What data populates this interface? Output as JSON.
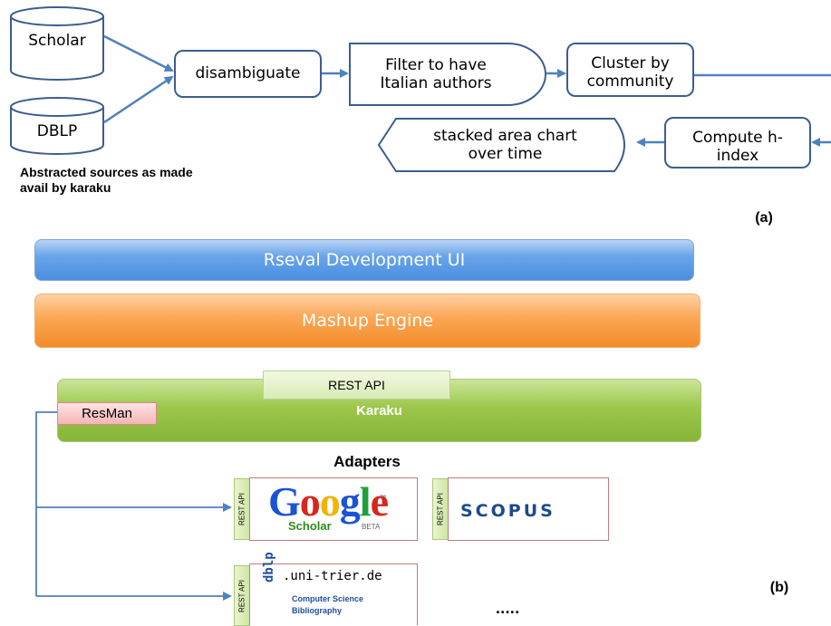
{
  "flow": {
    "scholar": "Scholar",
    "dblp": "DBLP",
    "disambiguate": "disambiguate",
    "filter_line1": "Filter to have",
    "filter_line2": "Italian authors",
    "cluster_line1": "Cluster by",
    "cluster_line2": "community",
    "compute_line1": "Compute h-",
    "compute_line2": "index",
    "stacked_line1": "stacked area chart",
    "stacked_line2": "over time",
    "sources_line1": "Abstracted sources as made",
    "sources_line2": "avail by karaku",
    "label_a": "(a)"
  },
  "architecture": {
    "ui_bar": "Rseval Development UI",
    "engine_bar": "Mashup Engine",
    "rest_api_top": "REST API",
    "karaku": "Karaku",
    "resman": "ResMan",
    "adapters_title": "Adapters",
    "rest_api_side": "REST API",
    "google_scholar": "Scholar",
    "google_beta": "BETA",
    "scopus": "SCOPUS",
    "dblp_name": "dblp",
    "dblp_url": ".uni-trier.de",
    "dblp_cs": "Computer Science",
    "dblp_bib": "Bibliography",
    "ellipsis": ".....",
    "label_b": "(b)"
  },
  "colors": {
    "arrow": "#4f81bd",
    "shape_stroke": "#3d5d8f",
    "ui_bar": "#4a8ee0",
    "engine_bar": "#f38c2a",
    "karaku_bar": "#86b53a",
    "resman": "#f4b5b5"
  }
}
